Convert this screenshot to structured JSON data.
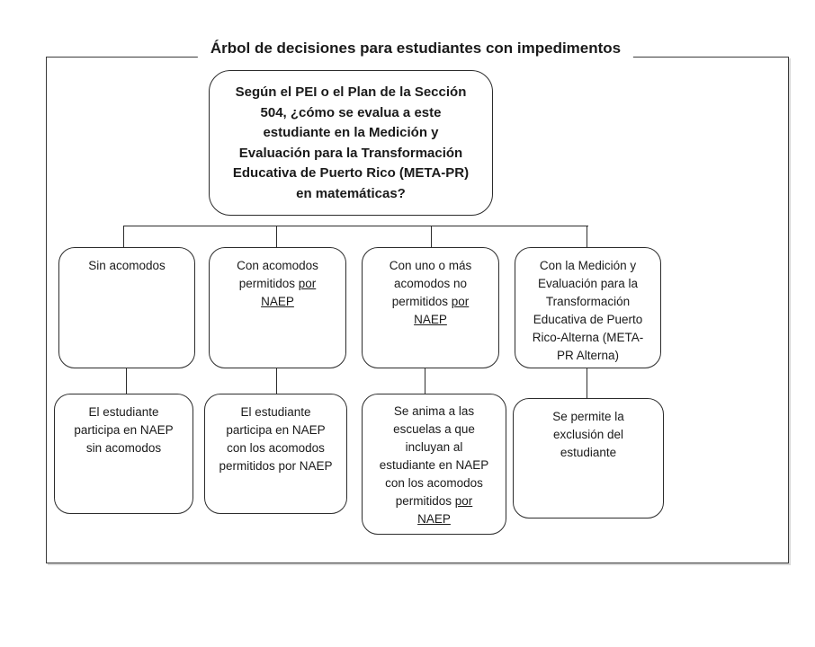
{
  "title": "Árbol de decisiones para estudiantes con impedimentos",
  "colors": {
    "ink": "#1a1a1a",
    "connector_line": "#2b2b2b",
    "box_fill": "#ffffff",
    "background": "#ffffff"
  },
  "tree": {
    "root_question": {
      "lines": [
        [
          "Según el PEI o el Plan de la Sección"
        ],
        [
          "504, ¿cómo se evalua a este"
        ],
        [
          "estudiante en la Medición y"
        ],
        [
          "Evaluación para la Transformación"
        ],
        [
          "Educativa de Puerto Rico (META-PR)"
        ],
        [
          "en matemáticas?"
        ]
      ]
    },
    "branches": [
      {
        "name": "sin-acomodos",
        "lines": [
          [
            "Sin acomodos"
          ]
        ]
      },
      {
        "name": "con-acomodos-permitidos",
        "lines": [
          [
            "Con acomodos"
          ],
          [
            "permitidos ",
            {
              "t": "por",
              "u": true
            }
          ],
          [
            {
              "t": "NAEP",
              "u": true
            }
          ]
        ]
      },
      {
        "name": "acomodos-no-permitidos",
        "lines": [
          [
            "Con uno o más"
          ],
          [
            "acomodos no"
          ],
          [
            "permitidos ",
            {
              "t": "por",
              "u": true
            }
          ],
          [
            {
              "t": "NAEP",
              "u": true
            }
          ]
        ]
      },
      {
        "name": "meta-pr-alterna",
        "lines": [
          [
            "Con la Medición y"
          ],
          [
            "Evaluación para la"
          ],
          [
            "Transformación"
          ],
          [
            "Educativa de Puerto"
          ],
          [
            "Rico-Alterna (META-"
          ],
          [
            "PR Alterna)"
          ]
        ]
      }
    ],
    "outcomes": [
      {
        "name": "participa-sin-acomodos",
        "lines": [
          [
            "El estudiante"
          ],
          [
            "participa en NAEP"
          ],
          [
            "sin acomodos"
          ]
        ]
      },
      {
        "name": "participa-con-acomodos",
        "lines": [
          [
            "El estudiante"
          ],
          [
            "participa en NAEP"
          ],
          [
            "con los acomodos"
          ],
          [
            "permitidos por NAEP"
          ]
        ]
      },
      {
        "name": "se-anima-inclusion",
        "lines": [
          [
            "Se anima a las"
          ],
          [
            "escuelas a que"
          ],
          [
            "incluyan al"
          ],
          [
            "estudiante en NAEP"
          ],
          [
            "con los acomodos"
          ],
          [
            "permitidos ",
            {
              "t": "por",
              "u": true
            }
          ],
          [
            {
              "t": "NAEP",
              "u": true
            }
          ]
        ]
      },
      {
        "name": "se-permite-exclusion",
        "lines": [
          [
            "Se permite la"
          ],
          [
            "exclusión del"
          ],
          [
            "estudiante"
          ]
        ]
      }
    ]
  }
}
